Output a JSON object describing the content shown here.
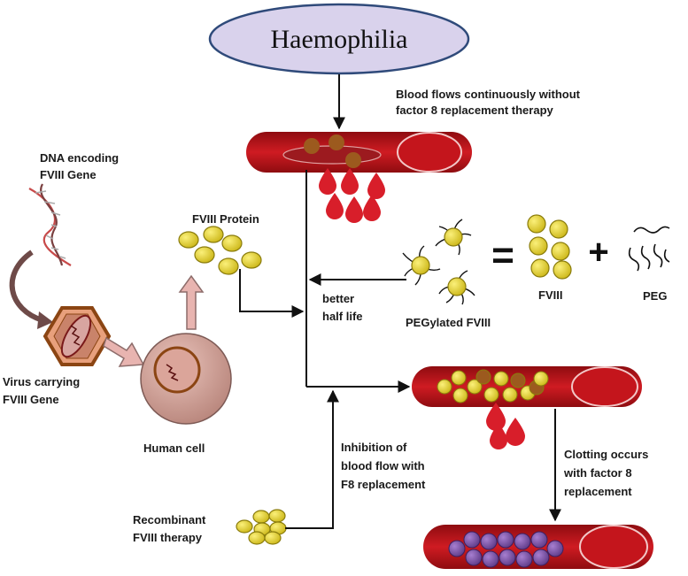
{
  "title": "Haemophilia",
  "labels": {
    "blood_flow_line1": "Blood flows continuously without",
    "blood_flow_line2": "factor 8 replacement therapy",
    "dna_line1": "DNA encoding",
    "dna_line2": "FVIII Gene",
    "fviii_protein": "FVIII Protein",
    "virus_line1": "Virus carrying",
    "virus_line2": "FVIII Gene",
    "human_cell": "Human cell",
    "better_line1": "better",
    "better_line2": "half life",
    "pegylated": "PEGylated FVIII",
    "fviii": "FVIII",
    "peg": "PEG",
    "inhibition_line1": "Inhibition of",
    "inhibition_line2": "blood flow with",
    "inhibition_line3": "F8 replacement",
    "clotting_line1": "Clotting occurs",
    "clotting_line2": "with factor 8",
    "clotting_line3": "replacement",
    "recombinant_line1": "Recombinant",
    "recombinant_line2": "FVIII therapy"
  },
  "operators": {
    "equals": "=",
    "plus": "+"
  },
  "colors": {
    "title_fill": "#d9d2ec",
    "title_stroke": "#2f4a7a",
    "vessel": "#c4151c",
    "vessel_dark": "#7d0a0e",
    "blood_drop": "#d81e2a",
    "fviii": "#e6d21e",
    "fviii_stroke": "#8a7c0c",
    "brown_cell": "#9c5a1e",
    "purple_clot": "#7a4fa0",
    "cell_body": "#d4a49a",
    "virus_fill": "#d49b82",
    "arrow": "#111111",
    "pink_arrow": "#e8b4b0"
  }
}
